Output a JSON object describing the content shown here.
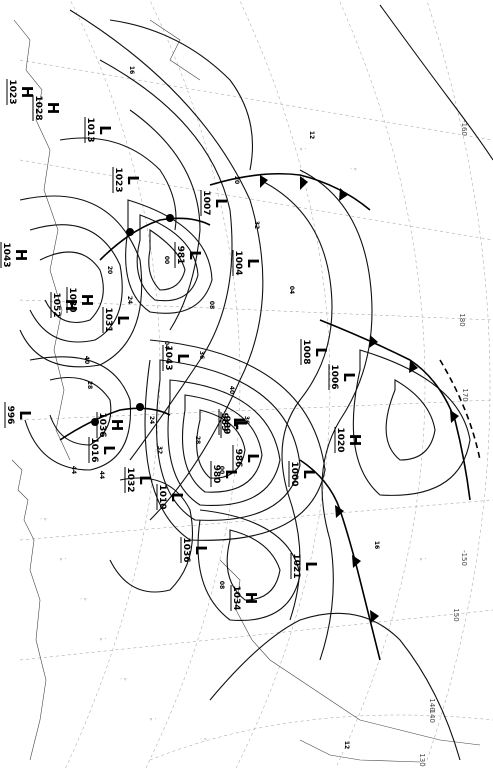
{
  "systems": [
    {
      "kind": "H",
      "label": "H",
      "value": "1023",
      "underlined": true
    },
    {
      "kind": "H",
      "label": "H",
      "value": "1030",
      "underlined": true
    },
    {
      "kind": "H",
      "label": "H",
      "value": "1052",
      "underlined": true
    },
    {
      "kind": "H",
      "label": "H",
      "value": "1043",
      "underlined": true
    },
    {
      "kind": "H",
      "label": "H",
      "value": "1028",
      "underlined": true
    },
    {
      "kind": "H",
      "label": "H",
      "value": "1034",
      "underlined": true
    },
    {
      "kind": "H",
      "label": "H",
      "value": "1020",
      "underlined": true
    },
    {
      "kind": "H",
      "label": "H",
      "value": "1036",
      "underlined": true
    },
    {
      "kind": "L",
      "label": "L",
      "value": "1013",
      "underlined": true
    },
    {
      "kind": "L",
      "label": "L",
      "value": "1023",
      "underlined": true
    },
    {
      "kind": "L",
      "label": "L",
      "value": "1007",
      "underlined": true
    },
    {
      "kind": "L",
      "label": "L",
      "value": "981",
      "underlined": true
    },
    {
      "kind": "L",
      "label": "L",
      "value": "1004",
      "underlined": true
    },
    {
      "kind": "L",
      "label": "L",
      "value": "1008",
      "underlined": true
    },
    {
      "kind": "L",
      "label": "L",
      "value": "1006",
      "underlined": true
    },
    {
      "kind": "L",
      "label": "L",
      "value": "1043",
      "underlined": true
    },
    {
      "kind": "L",
      "label": "L",
      "value": "989",
      "underlined": true
    },
    {
      "kind": "L",
      "label": "L",
      "value": "986",
      "underlined": true
    },
    {
      "kind": "L",
      "label": "L",
      "value": "980",
      "underlined": true
    },
    {
      "kind": "L",
      "label": "L",
      "value": "1000",
      "underlined": true
    },
    {
      "kind": "L",
      "label": "L",
      "value": "1010",
      "underlined": true
    },
    {
      "kind": "L",
      "label": "L",
      "value": "1032",
      "underlined": true
    },
    {
      "kind": "L",
      "label": "L",
      "value": "1036",
      "underlined": true
    },
    {
      "kind": "L",
      "label": "L",
      "value": "1021",
      "underlined": true
    },
    {
      "kind": "L",
      "label": "L",
      "value": "1031",
      "underlined": true
    },
    {
      "kind": "L",
      "label": "L",
      "value": "1016",
      "underlined": true
    },
    {
      "kind": "L",
      "label": "L",
      "value": "989",
      "underlined": true
    },
    {
      "kind": "L",
      "label": "L",
      "value": "996",
      "underlined": true
    }
  ],
  "isobar_labels": [
    "16",
    "12",
    "08",
    "04",
    "00",
    "20",
    "24",
    "28",
    "32",
    "36",
    "40",
    "44"
  ],
  "longitude_labels": [
    "-160",
    "-150",
    "-140",
    "180",
    "170",
    "150",
    "140",
    "130"
  ],
  "colors": {
    "ink": "#000000",
    "background": "#ffffff",
    "grid": "#9a9a9a",
    "coast": "#444444"
  }
}
